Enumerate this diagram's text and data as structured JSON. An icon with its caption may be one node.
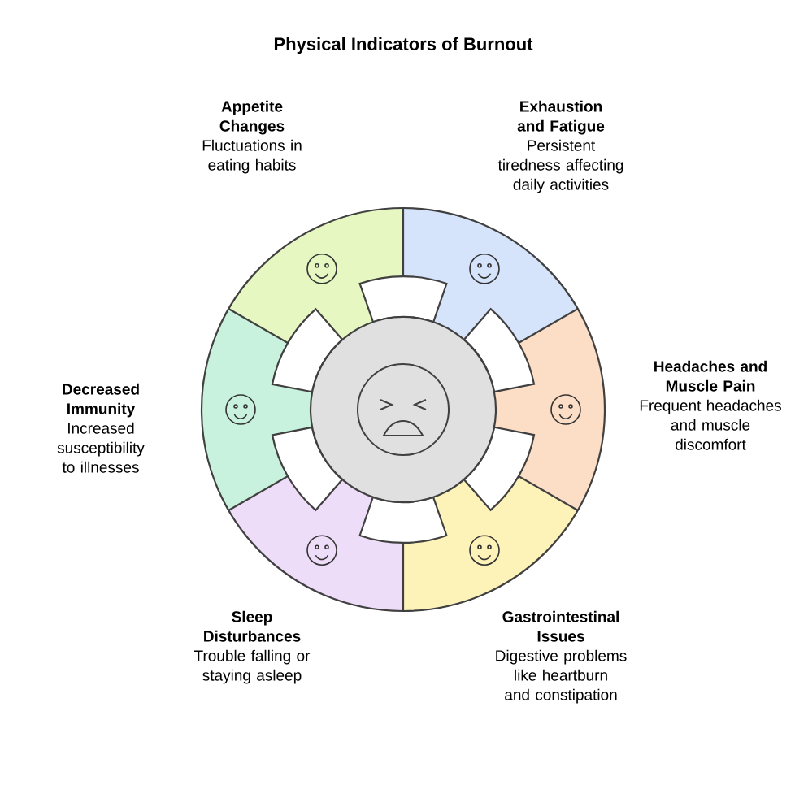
{
  "diagram": {
    "title": "Physical Indicators of Burnout",
    "nodes": [
      {
        "text": [
          "Appetite Changes",
          "Fluctuations in eating habits"
        ]
      },
      {
        "text": [
          "Exhaustion and Fatigue",
          "Persistent tiredness affecting daily activities"
        ]
      },
      {
        "text": [
          "Decreased Immunity",
          "Increased susceptibility to illnesses"
        ]
      },
      {
        "text": [
          "Headaches and Muscle Pain",
          "Frequent headaches and muscle discomfort"
        ]
      },
      {
        "text": [
          "Sleep Disturbances",
          "Trouble falling or staying asleep"
        ]
      },
      {
        "text": [
          "Gastrointestinal Issues",
          "Digestive problems like heartburn and constipation"
        ]
      },
      {
        "text": [],
        "shape": "circle"
      }
    ]
  }
}
